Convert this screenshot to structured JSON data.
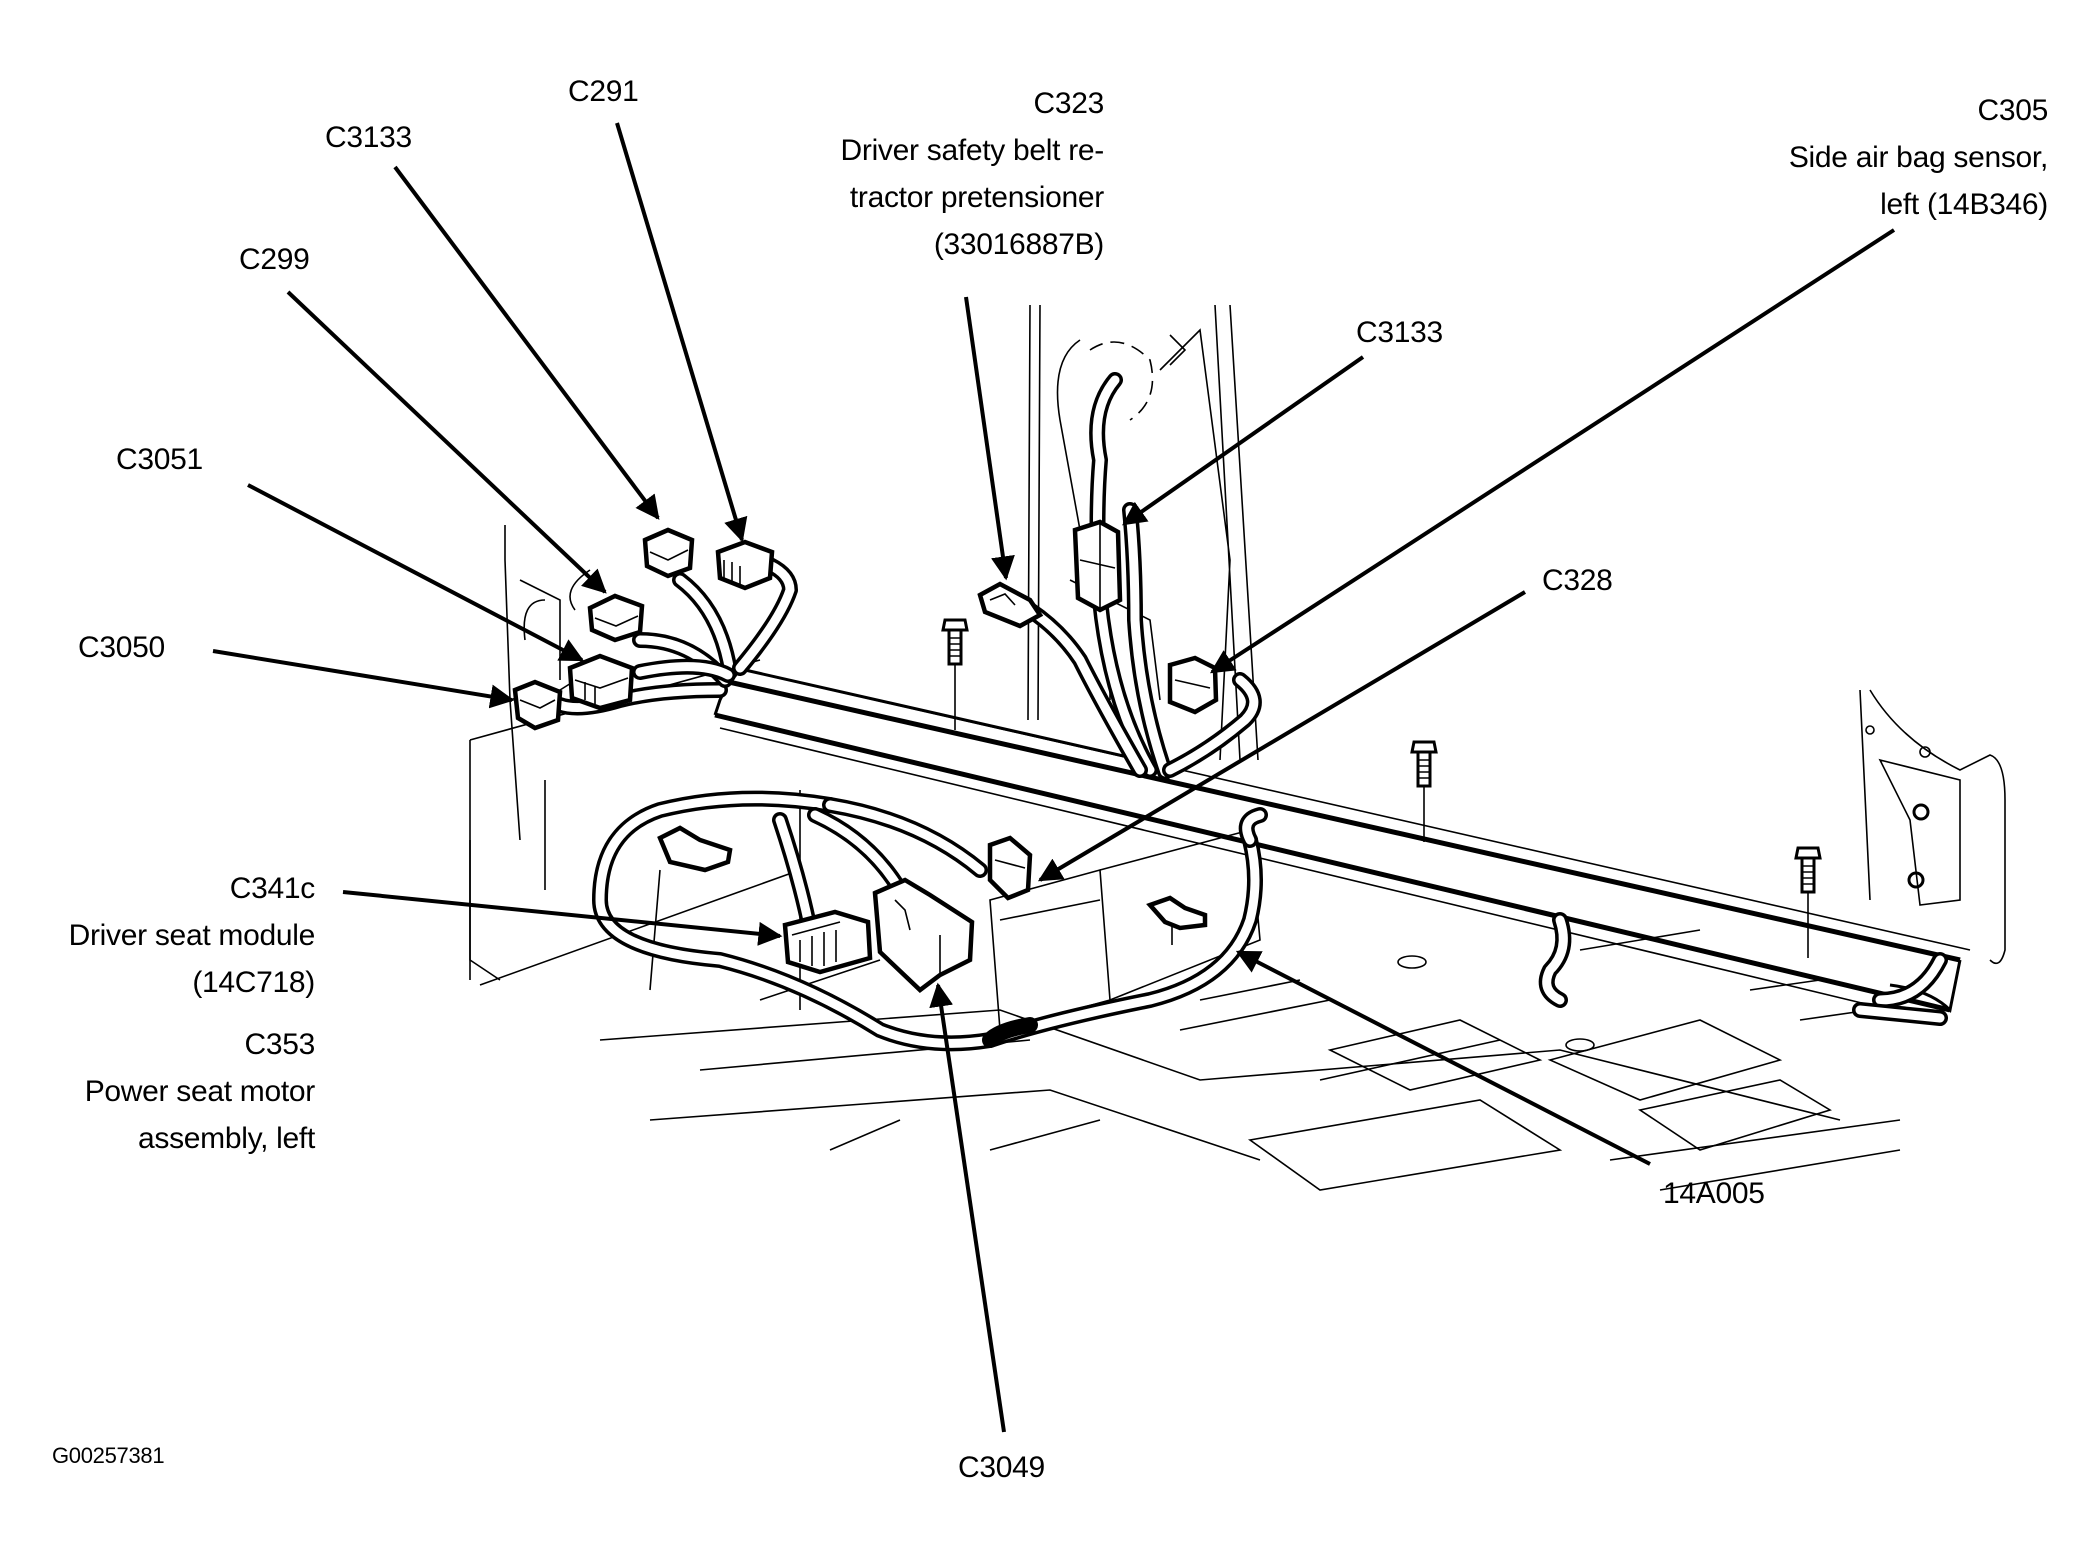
{
  "figure": {
    "id": "G00257381",
    "subject": "Driver seat / floor wiring harness connector locations"
  },
  "callouts": [
    {
      "id": "c291",
      "lines": [
        "C291"
      ]
    },
    {
      "id": "c3133_left",
      "lines": [
        "C3133"
      ]
    },
    {
      "id": "c299",
      "lines": [
        "C299"
      ]
    },
    {
      "id": "c3051",
      "lines": [
        "C3051"
      ]
    },
    {
      "id": "c3050",
      "lines": [
        "C3050"
      ]
    },
    {
      "id": "c323",
      "lines": [
        "C323",
        "Driver safety belt re-",
        "tractor pretensioner",
        "(33016887B)"
      ]
    },
    {
      "id": "c305",
      "lines": [
        "C305",
        "Side air bag sensor,",
        "left (14B346)"
      ]
    },
    {
      "id": "c3133_right",
      "lines": [
        "C3133"
      ]
    },
    {
      "id": "c328",
      "lines": [
        "C328"
      ]
    },
    {
      "id": "c341c",
      "lines": [
        "C341c",
        "Driver seat module",
        "(14C718)"
      ]
    },
    {
      "id": "c353",
      "lines": [
        "C353",
        "Power seat motor",
        "assembly, left"
      ]
    },
    {
      "id": "harness_14a005",
      "lines": [
        "14A005"
      ]
    },
    {
      "id": "c3049",
      "lines": [
        "C3049"
      ]
    }
  ],
  "colors": {
    "ink": "#000000",
    "paper": "#ffffff"
  }
}
